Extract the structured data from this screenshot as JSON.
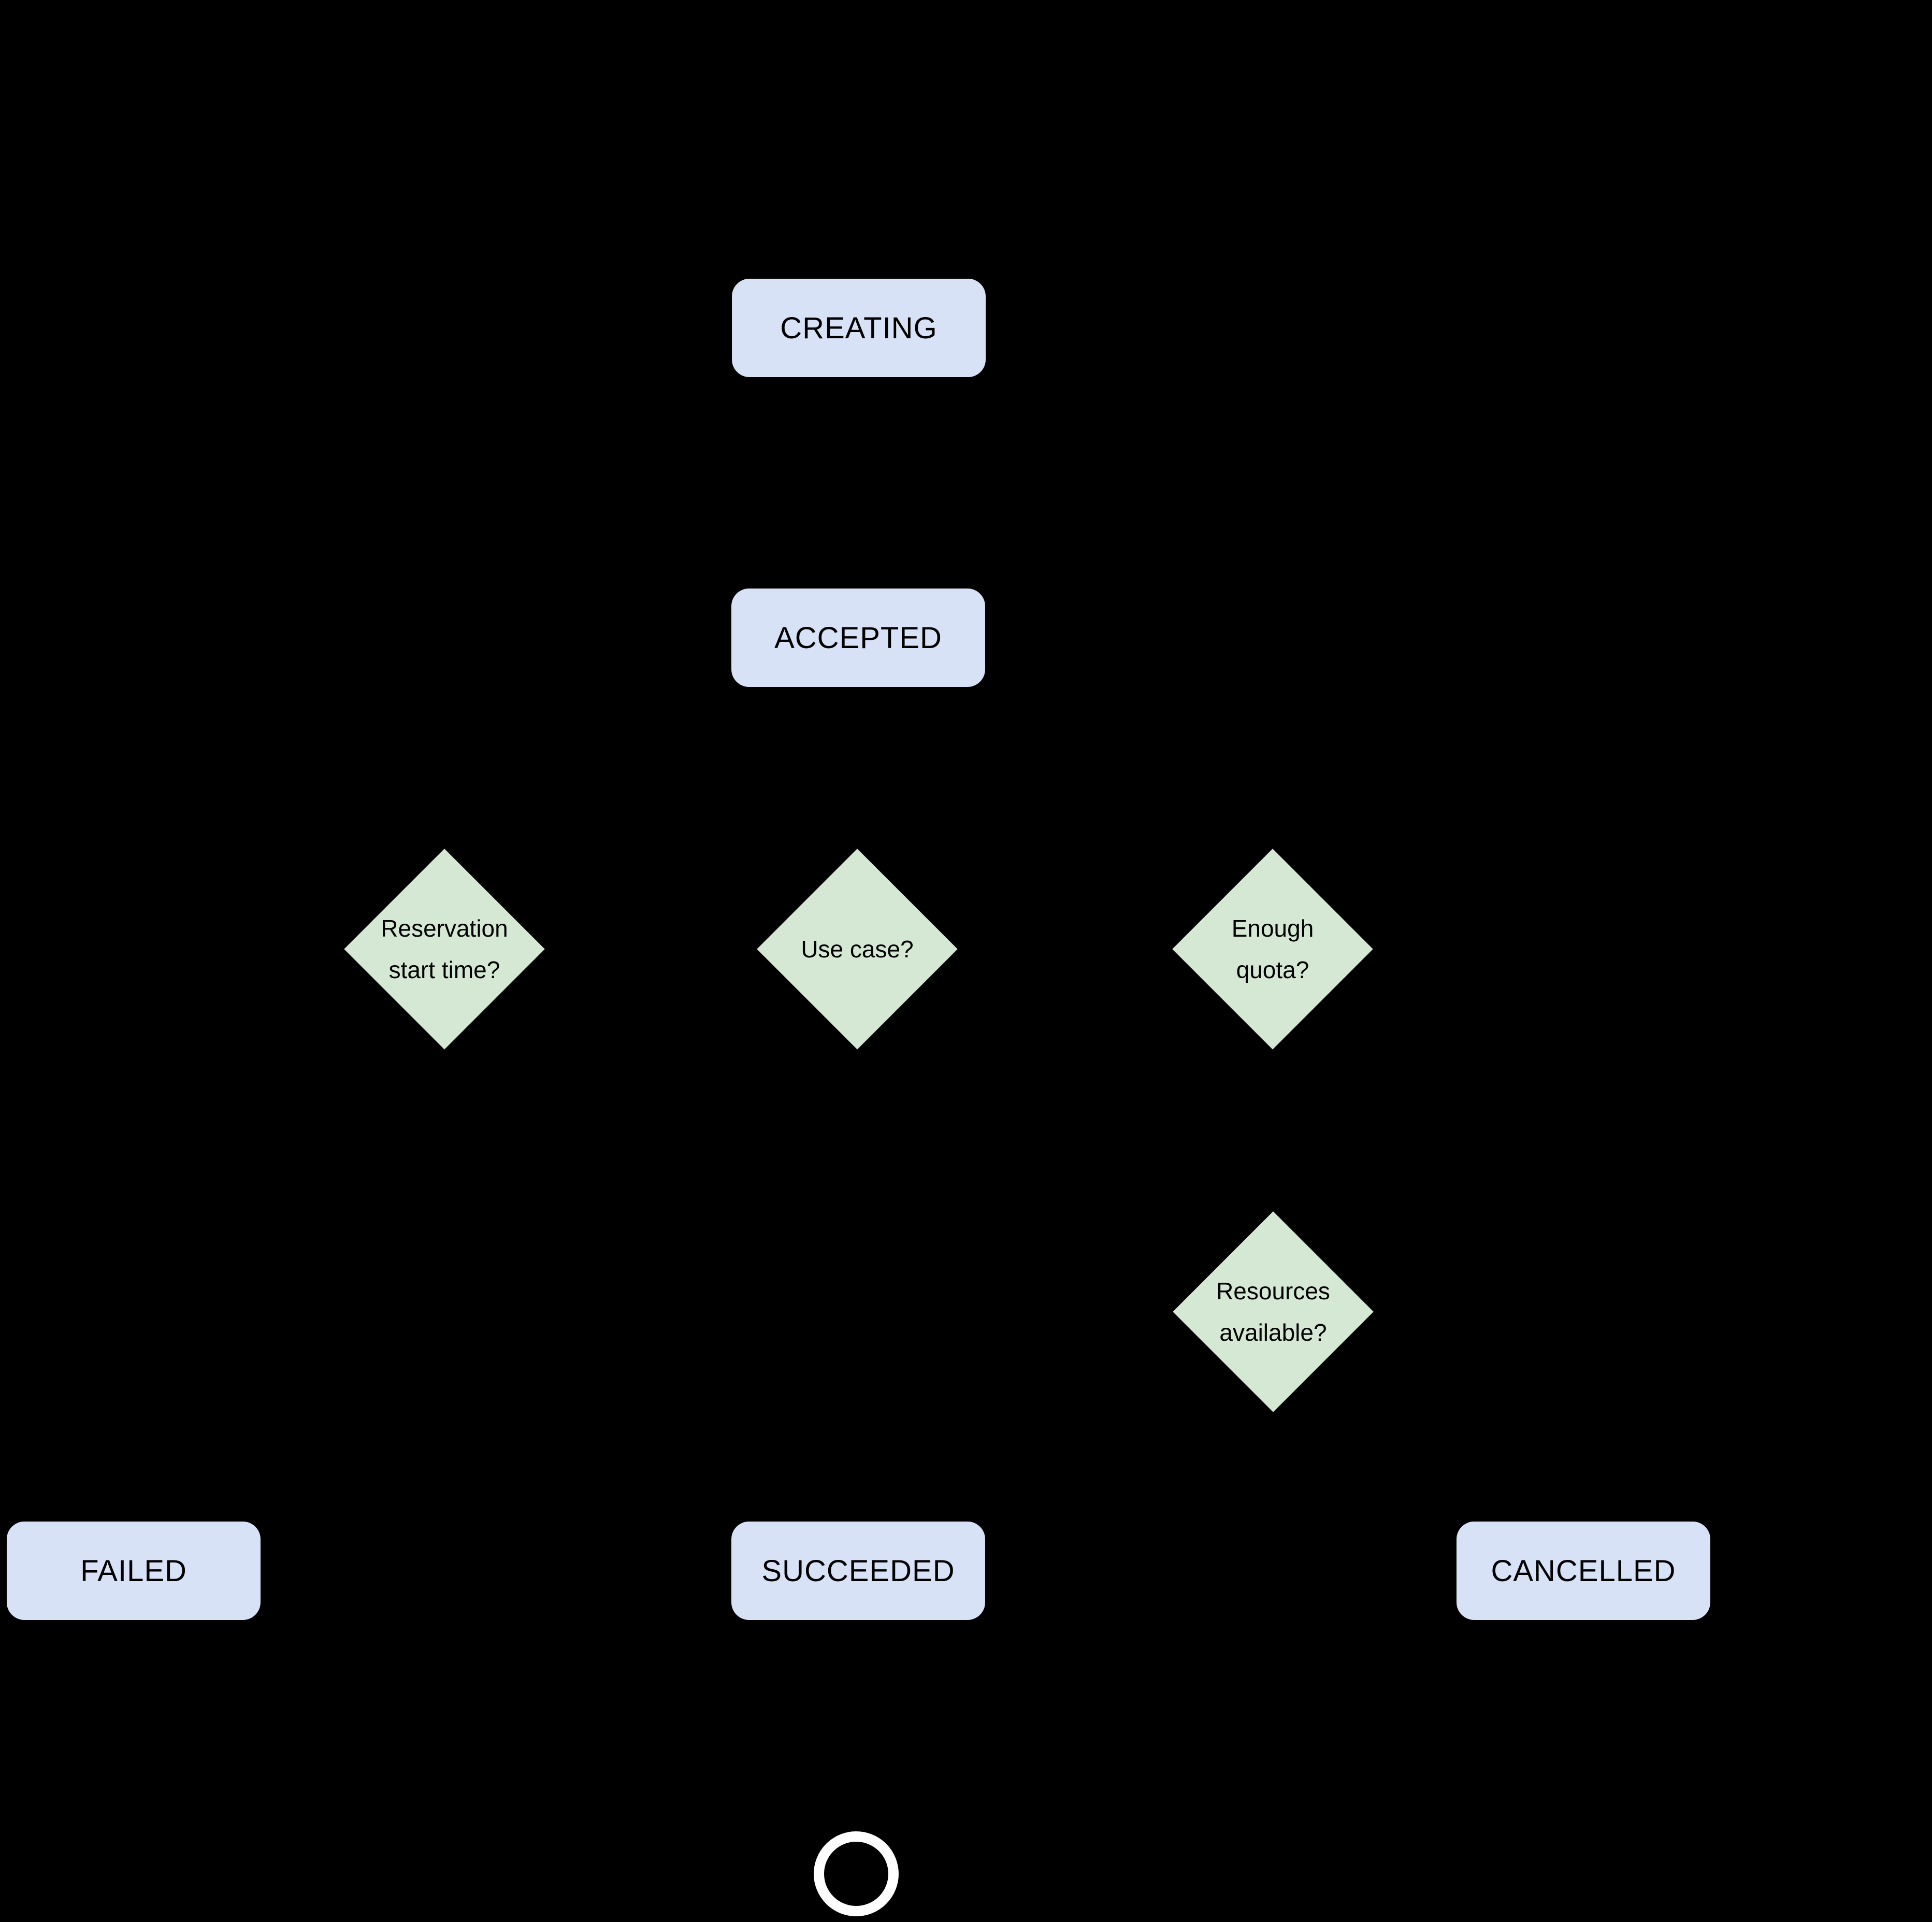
{
  "diagram": {
    "background": "#000000",
    "node_fill_blue": "#d8e2f7",
    "node_fill_green": "#d5e8d4",
    "text_color": "#000000",
    "end_ring_color": "#ffffff",
    "end_node_icon": "terminal-circle"
  },
  "states": {
    "creating": {
      "label": "CREATING"
    },
    "accepted": {
      "label": "ACCEPTED"
    },
    "failed": {
      "label": "FAILED"
    },
    "succeeded": {
      "label": "SUCCEEDED"
    },
    "cancelled": {
      "label": "CANCELLED"
    }
  },
  "decisions": {
    "reservation_start_time": {
      "lines": [
        "Reservation",
        "start time?"
      ]
    },
    "use_case": {
      "lines": [
        "Use case?"
      ]
    },
    "enough_quota": {
      "lines": [
        "Enough",
        "quota?"
      ]
    },
    "resources_available": {
      "lines": [
        "Resources",
        "available?"
      ]
    }
  }
}
